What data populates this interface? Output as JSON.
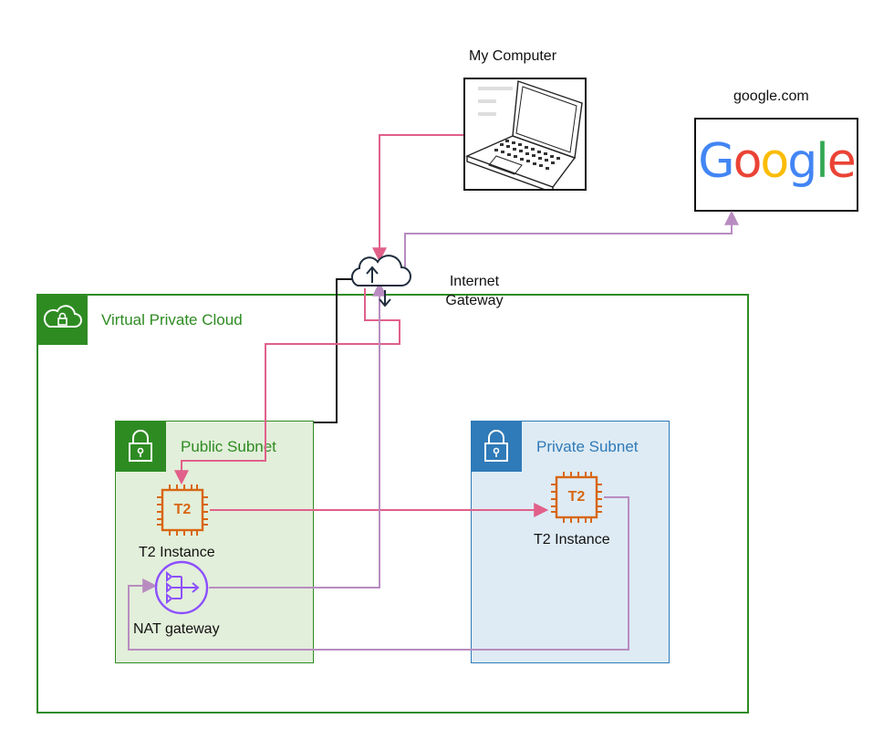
{
  "diagram": {
    "my_computer_label": "My Computer",
    "google_label": "google.com",
    "google_logo_text": [
      "G",
      "o",
      "o",
      "g",
      "l",
      "e"
    ],
    "internet_gateway_label_line1": "Internet",
    "internet_gateway_label_line2": "Gateway",
    "vpc_label": "Virtual Private Cloud",
    "public_subnet_label": "Public Subnet",
    "private_subnet_label": "Private Subnet",
    "public_instance_label": "T2 Instance",
    "private_instance_label": "T2 Instance",
    "nat_gateway_label": "NAT gateway",
    "chip_text_public": "T2",
    "chip_text_private": "T2"
  },
  "colors": {
    "vpc_green": "#2e8b22",
    "private_blue": "#2f7ab8",
    "public_fill": "#e2efda",
    "private_fill": "#deebf4",
    "instance_orange": "#d86613",
    "nat_purple": "#8c4fff",
    "pink_flow": "#e0608a",
    "purple_flow": "#b88cc0",
    "black_link": "#111111",
    "google_blue": "#4285f4",
    "google_red": "#ea4335",
    "google_yellow": "#fbbc05",
    "google_green": "#34a853"
  },
  "icons": [
    "laptop-icon",
    "google-logo",
    "internet-gateway-cloud-icon",
    "vpc-cloud-lock-icon",
    "subnet-lock-icon",
    "ec2-chip-icon",
    "nat-gateway-icon"
  ]
}
